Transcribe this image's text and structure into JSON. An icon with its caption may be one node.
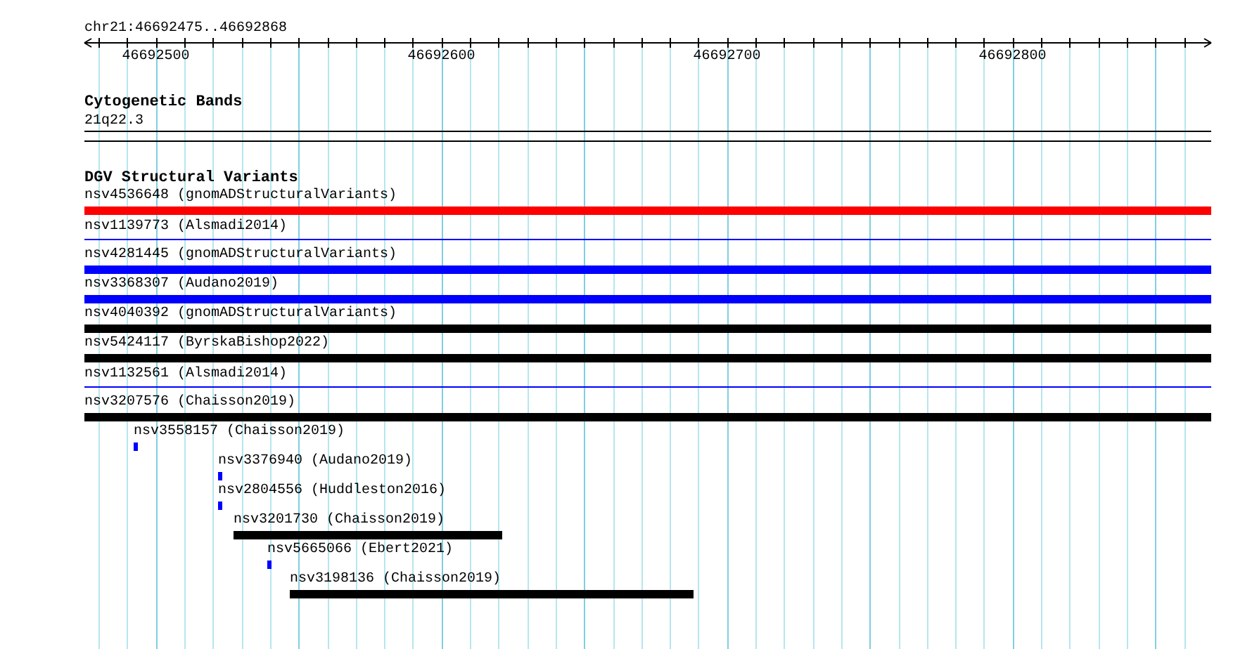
{
  "diagram": {
    "nodes": [
      {
        "text": [
          "nsv4536648 (gnomADStructuralVariants)"
        ]
      },
      {
        "text": [
          "nsv1139773 (Alsmadi2014)"
        ]
      },
      {
        "text": [
          "nsv4281445 (gnomADStructuralVariants)"
        ]
      },
      {
        "text": [
          "nsv3368307 (Audano2019)"
        ]
      },
      {
        "text": [
          "nsv4040392 (gnomADStructuralVariants)"
        ]
      },
      {
        "text": [
          "nsv5424117 (ByrskaBishop2022)"
        ]
      },
      {
        "text": [
          "nsv1132561 (Alsmadi2014)"
        ]
      },
      {
        "text": [
          "nsv3207576 (Chaisson2019)"
        ]
      },
      {
        "text": [
          "nsv3558157 (Chaisson2019)"
        ]
      },
      {
        "text": [
          "nsv3376940 (Audano2019)"
        ]
      },
      {
        "text": [
          "nsv2804556 (Huddleston2016)"
        ]
      },
      {
        "text": [
          "nsv3201730 (Chaisson2019)"
        ]
      },
      {
        "text": [
          "nsv5665066 (Ebert2021)"
        ]
      },
      {
        "text": [
          "nsv3198136 (Chaisson2019)"
        ]
      }
    ],
    "edges": [],
    "labels": [
      "chr21:46692475..46692868",
      "46692500",
      "46692600",
      "46692700",
      "46692800",
      "Cytogenetic Bands",
      "21q22.3",
      "DGV Structural Variants"
    ]
  }
}
